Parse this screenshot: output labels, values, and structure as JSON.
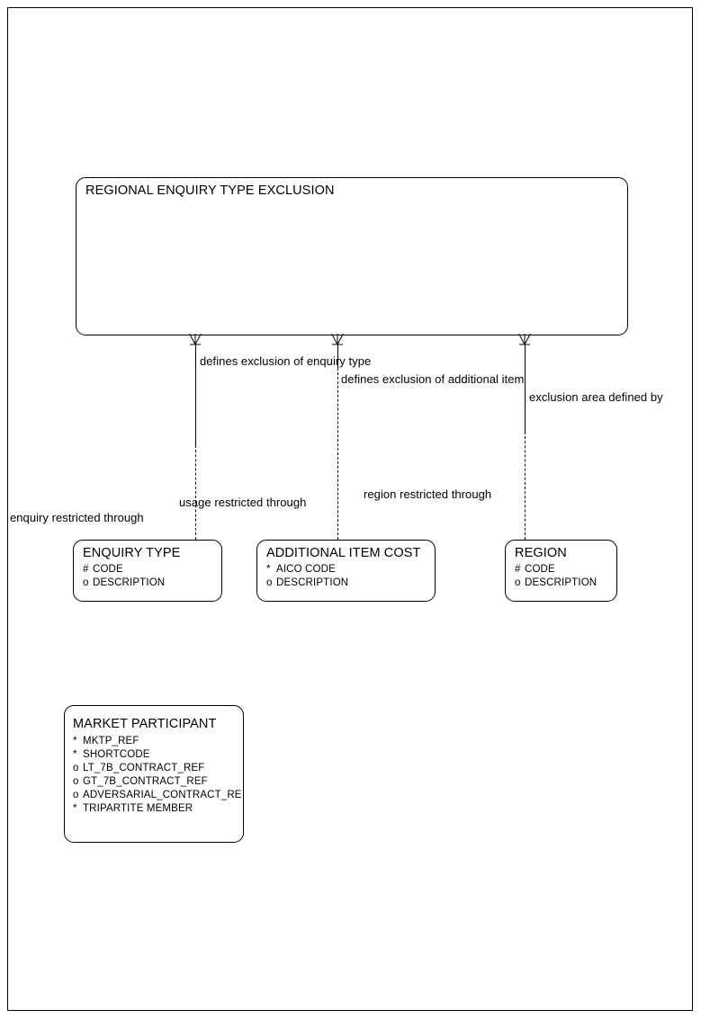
{
  "diagram": {
    "type": "entity-relationship-diagram",
    "notation": "barker",
    "page_border": true,
    "background_color": "#ffffff",
    "line_color": "#000000"
  },
  "entities": [
    {
      "id": "regional-enquiry-type-exclusion",
      "name": "REGIONAL ENQUIRY TYPE EXCLUSION",
      "attributes": []
    },
    {
      "id": "enquiry-type",
      "name": "ENQUIRY TYPE",
      "attributes": [
        {
          "mark": "#",
          "label": "CODE"
        },
        {
          "mark": "o",
          "label": "DESCRIPTION"
        }
      ]
    },
    {
      "id": "additional-item-cost",
      "name": "ADDITIONAL ITEM COST",
      "attributes": [
        {
          "mark": "*",
          "label": "AICO CODE"
        },
        {
          "mark": "o",
          "label": "DESCRIPTION"
        }
      ]
    },
    {
      "id": "region",
      "name": "REGION",
      "attributes": [
        {
          "mark": "#",
          "label": "CODE"
        },
        {
          "mark": "o",
          "label": "DESCRIPTION"
        }
      ]
    },
    {
      "id": "market-participant",
      "name": "MARKET PARTICIPANT",
      "attributes": [
        {
          "mark": "*",
          "label": "MKTP_REF"
        },
        {
          "mark": "*",
          "label": "SHORTCODE"
        },
        {
          "mark": "o",
          "label": "LT_7B_CONTRACT_REF"
        },
        {
          "mark": "o",
          "label": "GT_7B_CONTRACT_REF"
        },
        {
          "mark": "o",
          "label": "ADVERSARIAL_CONTRACT_RE"
        },
        {
          "mark": "*",
          "label": "TRIPARTITE MEMBER"
        }
      ]
    }
  ],
  "relationships": [
    {
      "id": "rel-enquiry-type",
      "from_label": "defines exclusion of enquiry type",
      "to_label": "enquiry restricted through",
      "mid_label": "usage restricted through"
    },
    {
      "id": "rel-additional-item",
      "from_label": "defines exclusion of additional item",
      "to_label": "region restricted through"
    },
    {
      "id": "rel-region",
      "from_label": "exclusion area defined by"
    }
  ],
  "labels": {
    "defines_exclusion_of_enquiry_type": "defines exclusion of enquiry type",
    "defines_exclusion_of_additional_item": "defines exclusion of additional item",
    "exclusion_area_defined_by": "exclusion area defined by",
    "enquiry_restricted_through": "enquiry restricted through",
    "usage_restricted_through": "usage restricted through",
    "region_restricted_through": "region restricted through"
  }
}
